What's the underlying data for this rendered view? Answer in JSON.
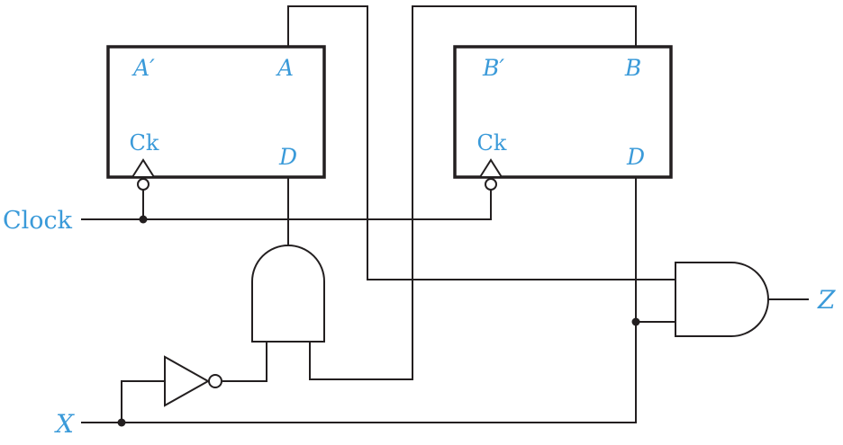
{
  "colors": {
    "label": "#3a9ad9",
    "line": "#231f20"
  },
  "flip_flop_a": {
    "q_bar": "A′",
    "q": "A",
    "clock": "Ck",
    "d": "D"
  },
  "flip_flop_b": {
    "q_bar": "B′",
    "q": "B",
    "clock": "Ck",
    "d": "D"
  },
  "inputs": {
    "clock": "Clock",
    "x": "X"
  },
  "outputs": {
    "z": "Z"
  }
}
